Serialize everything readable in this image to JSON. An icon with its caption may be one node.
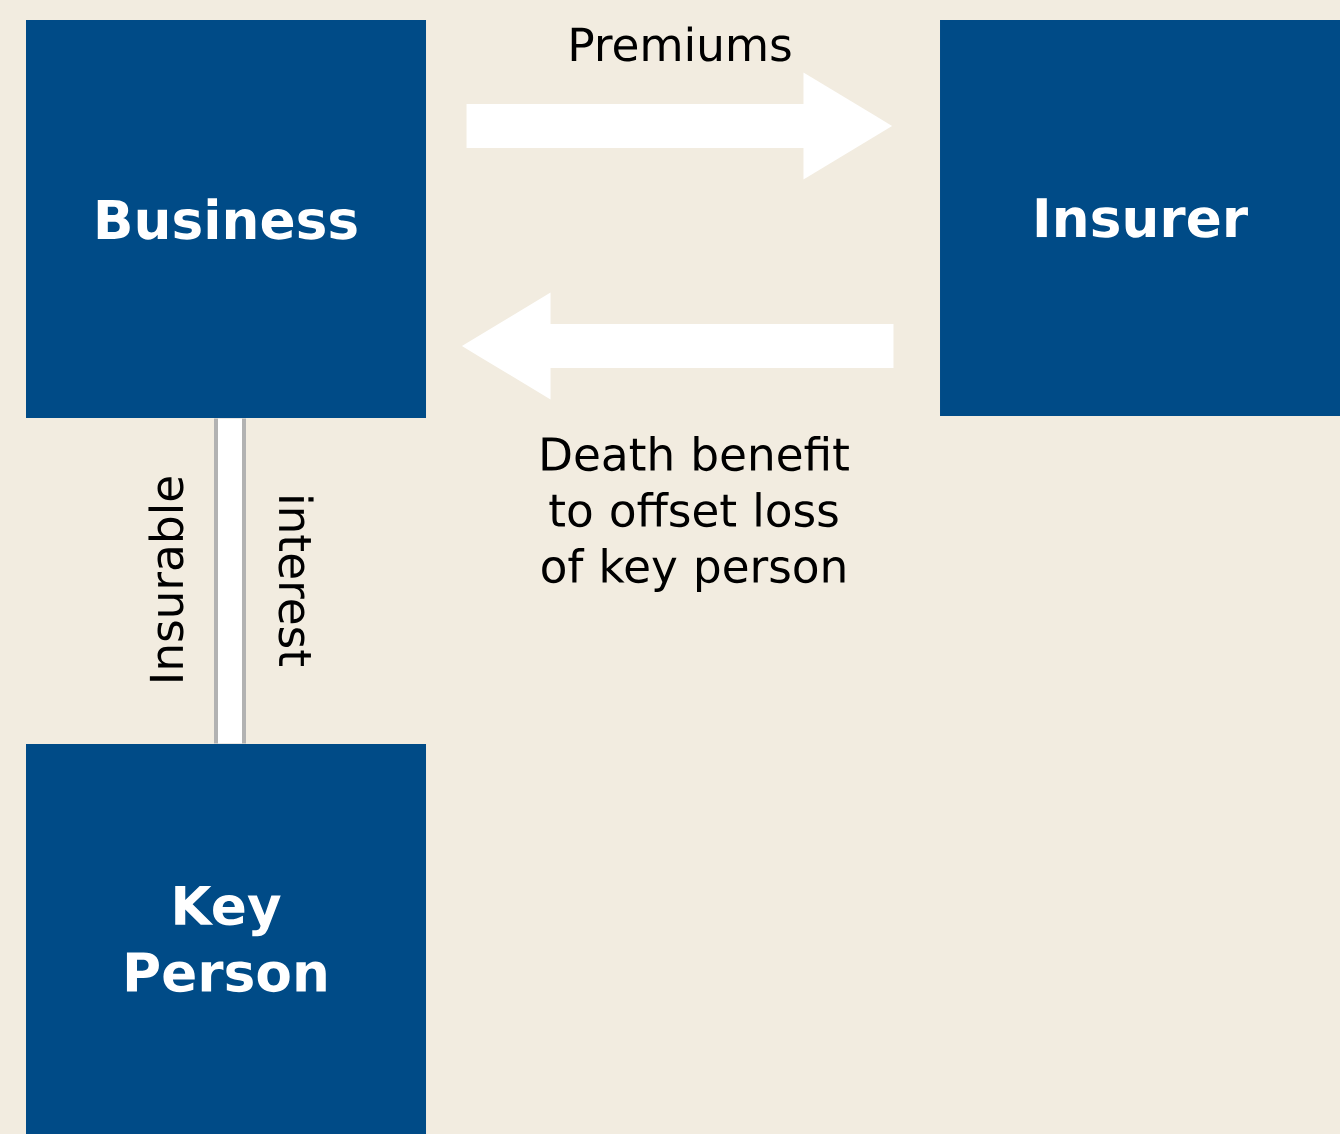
{
  "diagram": {
    "nodes": [
      {
        "text": [
          "Business"
        ]
      },
      {
        "text": [
          "Insurer"
        ]
      },
      {
        "text": [
          "Key Person"
        ]
      }
    ],
    "edges": [
      {
        "from": 0,
        "to": 1,
        "arrow": "to",
        "label": "Premiums"
      },
      {
        "from": 1,
        "to": 0,
        "arrow": "to",
        "label": "Death benefit to offset loss of key person"
      },
      {
        "from": 0,
        "to": 2,
        "arrow": "none",
        "label": "Insurable"
      }
    ],
    "labels": [
      "interest"
    ]
  }
}
